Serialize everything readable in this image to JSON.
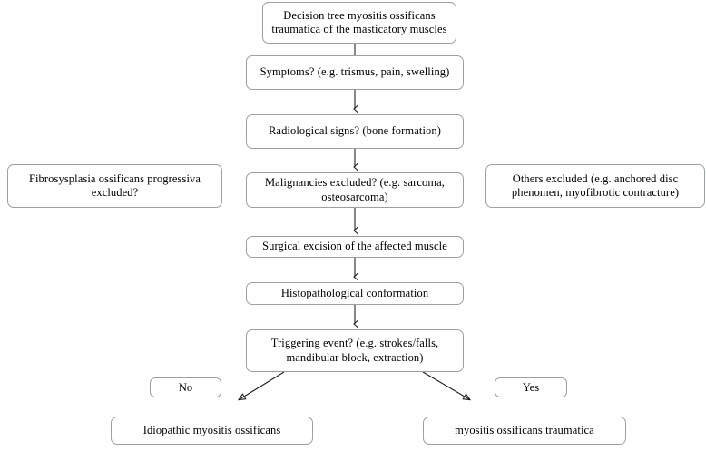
{
  "diagram": {
    "type": "flowchart",
    "title_node": "decision-tree-root",
    "nodes": {
      "root": {
        "lines": [
          "Decision tree myositis ossificans",
          "traumatica of the masticatory",
          "muscles"
        ],
        "text": "Decision tree myositis ossificans traumatica of the masticatory muscles"
      },
      "symptoms": {
        "lines": [
          "Symptoms?",
          "(e.g. trismus, pain, swelling)"
        ],
        "text": "Symptoms? (e.g. trismus, pain, swelling)"
      },
      "radiological": {
        "lines": [
          "Radiological signs?",
          "(bone formation)"
        ],
        "text": "Radiological signs? (bone formation)"
      },
      "malignancies": {
        "lines": [
          "Malignancies excluded?",
          "(e.g. sarcoma, osteosarcoma)"
        ],
        "text": "Malignancies excluded? (e.g. sarcoma, osteosarcoma)"
      },
      "fibrosysplasia": {
        "lines": [
          "Fibrosysplasia ossificans progressiva",
          "excluded?"
        ],
        "text": "Fibrosysplasia ossificans progressiva excluded?"
      },
      "others": {
        "lines": [
          "Others excluded",
          "(e.g. anchored disc phenomen,",
          "myofibrotic contracture)"
        ],
        "text": "Others excluded (e.g. anchored disc phenomen, myofibrotic contracture)"
      },
      "surgical": {
        "lines": [
          "Surgical excision of the affected muscle"
        ],
        "text": "Surgical excision of the affected muscle"
      },
      "histopathological": {
        "lines": [
          "Histopathological conformation"
        ],
        "text": "Histopathological conformation"
      },
      "triggering": {
        "lines": [
          "Triggering event?",
          "(e.g. strokes/falls, mandibular block,",
          "extraction)"
        ],
        "text": "Triggering event? (e.g. strokes/falls, mandibular block, extraction)"
      },
      "no_label": {
        "text": "No"
      },
      "yes_label": {
        "text": "Yes"
      },
      "idiopathic": {
        "lines": [
          "Idiopathic myositis ossificans"
        ],
        "text": "Idiopathic myositis ossificans"
      },
      "traumatica": {
        "lines": [
          "myositis ossificans traumatica"
        ],
        "text": "myositis ossificans traumatica"
      }
    },
    "colors": {
      "node_border": "#9aa0a3",
      "node_fill": "#ffffff",
      "edge": "#1a1a1a",
      "text": "#000000",
      "background": "#ffffff"
    },
    "edges": [
      {
        "from": "root",
        "to": "symptoms",
        "style": "plain-line"
      },
      {
        "from": "symptoms",
        "to": "radiological",
        "style": "arrow-down"
      },
      {
        "from": "radiological",
        "to": "malignancies",
        "style": "arrow-down"
      },
      {
        "from": "malignancies",
        "to": "surgical",
        "style": "arrow-down"
      },
      {
        "from": "surgical",
        "to": "histopathological",
        "style": "arrow-down"
      },
      {
        "from": "histopathological",
        "to": "triggering",
        "style": "arrow-down"
      },
      {
        "from": "triggering",
        "to": "idiopathic",
        "style": "arrow-diagonal-left",
        "label": "No"
      },
      {
        "from": "triggering",
        "to": "traumatica",
        "style": "arrow-diagonal-right",
        "label": "Yes"
      }
    ]
  }
}
